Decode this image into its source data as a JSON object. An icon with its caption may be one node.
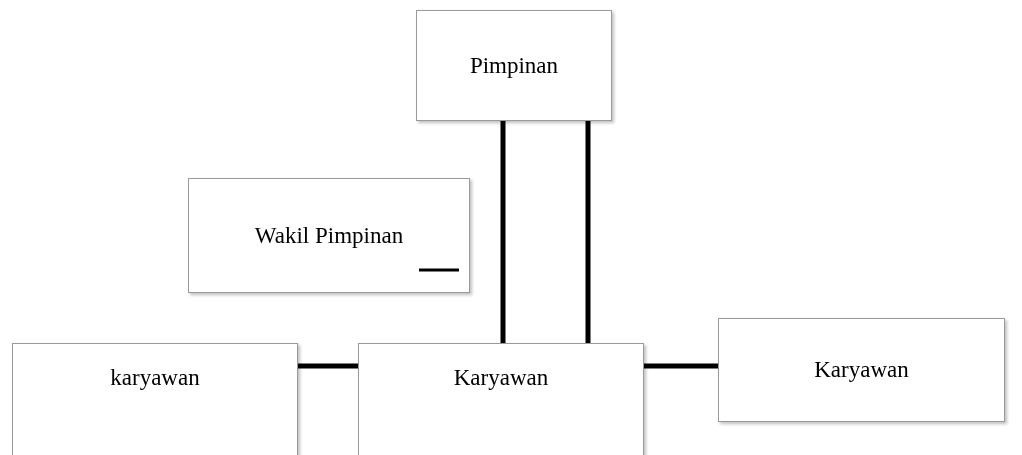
{
  "diagram": {
    "nodes": [
      {
        "text": [
          "Pimpinan"
        ]
      },
      {
        "text": [
          "Wakil Pimpinan"
        ]
      },
      {
        "text": [
          "karyawan"
        ]
      },
      {
        "text": [
          "Karyawan"
        ]
      },
      {
        "text": [
          "Karyawan"
        ]
      }
    ],
    "edges": [
      {
        "from": 0,
        "to": 3,
        "arrow": "none"
      },
      {
        "from": 0,
        "to": 3,
        "arrow": "none"
      },
      {
        "from": 2,
        "to": 3,
        "arrow": "none"
      },
      {
        "from": 3,
        "to": 4,
        "arrow": "none"
      }
    ]
  }
}
